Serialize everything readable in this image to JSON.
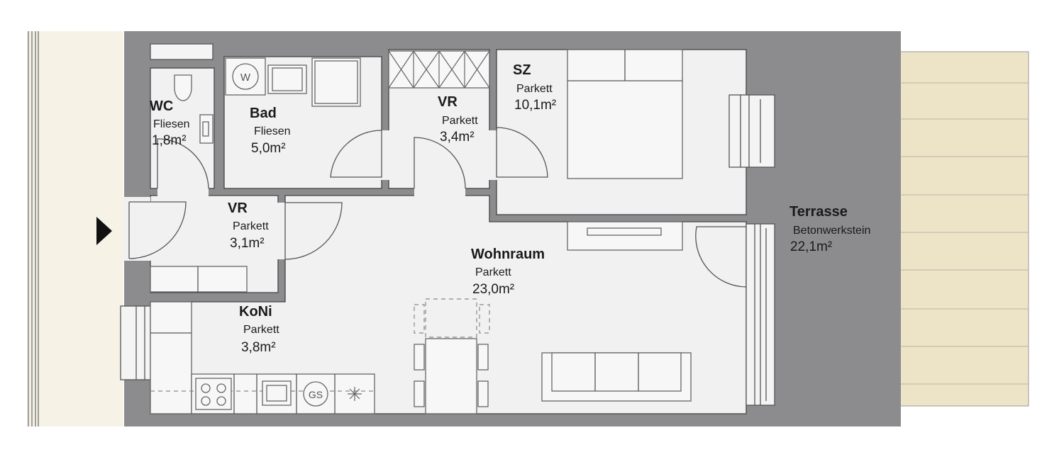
{
  "colors": {
    "wall": "#8c8c8e",
    "floor": "#f1f1f1",
    "terrace": "#ede4c8",
    "outside": "#f6f3e6",
    "text": "#1a1a1a"
  },
  "entrance_marker": "entrance-arrow-icon",
  "appliance_labels": {
    "washer": "W",
    "dishwasher": "GS"
  },
  "rooms": {
    "wc": {
      "name": "WC",
      "floor": "Fliesen",
      "area": "1,8m²"
    },
    "bad": {
      "name": "Bad",
      "floor": "Fliesen",
      "area": "5,0m²"
    },
    "vr_top": {
      "name": "VR",
      "floor": "Parkett",
      "area": "3,4m²"
    },
    "sz": {
      "name": "SZ",
      "floor": "Parkett",
      "area": "10,1m²"
    },
    "vr_entry": {
      "name": "VR",
      "floor": "Parkett",
      "area": "3,1m²"
    },
    "wohnraum": {
      "name": "Wohnraum",
      "floor": "Parkett",
      "area": "23,0m²"
    },
    "koni": {
      "name": "KoNi",
      "floor": "Parkett",
      "area": "3,8m²"
    },
    "terrasse": {
      "name": "Terrasse",
      "floor": "Betonwerkstein",
      "area": "22,1m²"
    }
  }
}
